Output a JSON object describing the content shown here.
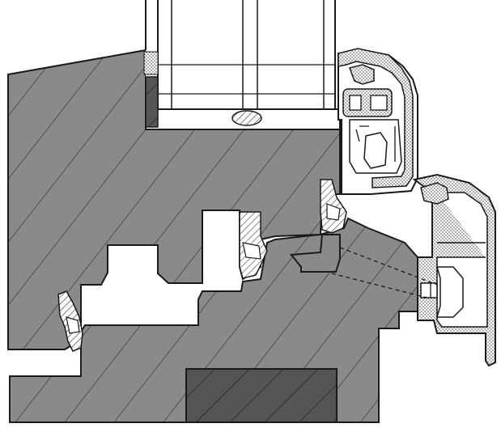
{
  "diagram": {
    "kind": "window-sill-cross-section",
    "labels": [],
    "colors": {
      "background": "#ffffff",
      "timber": "#8a8a8a",
      "timber_dark": "#555555",
      "outline": "#1a1a1a",
      "hatch": "#2a2a2a",
      "glass": "#ffffff",
      "seal": "#cfcfcf"
    },
    "parts": [
      "sash-frame",
      "outer-frame",
      "insert-block",
      "glazing-unit",
      "spacer-seal",
      "aluminium-cladding-upper",
      "aluminium-cladding-lower",
      "gaskets"
    ]
  }
}
